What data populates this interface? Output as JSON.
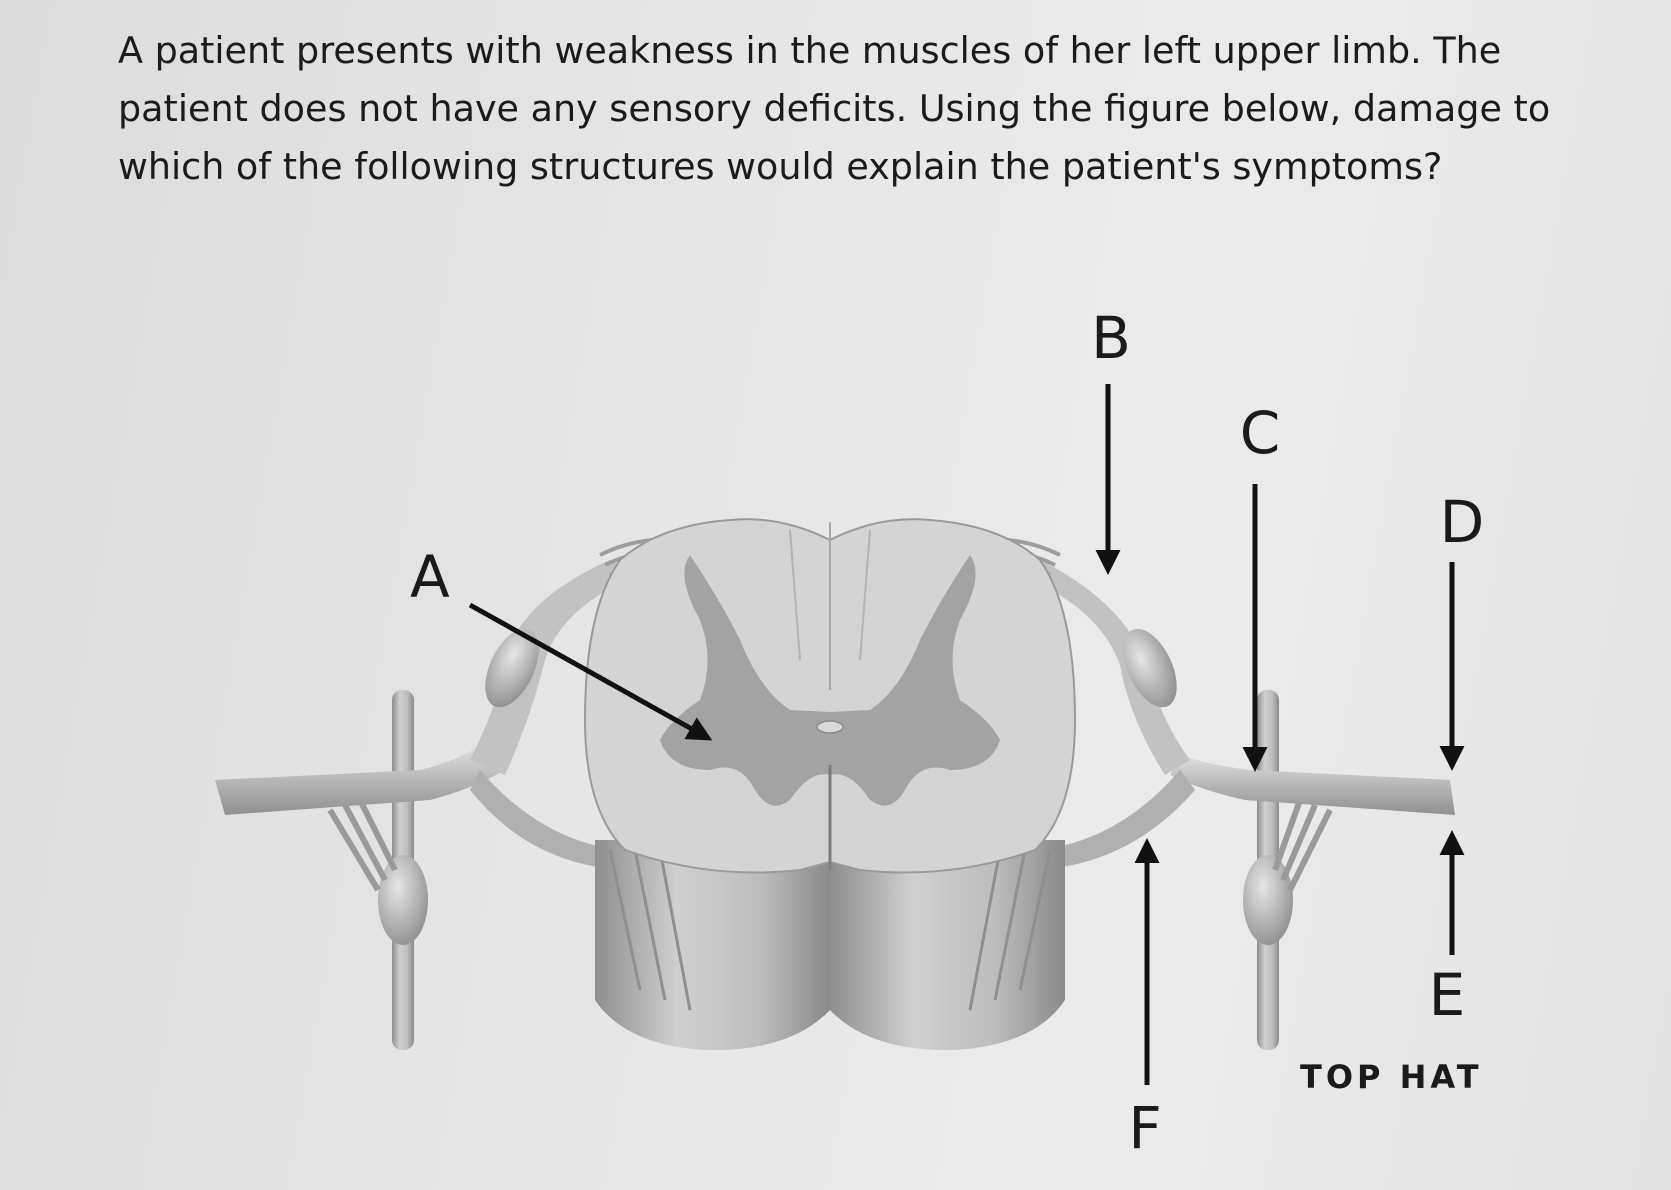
{
  "question": {
    "text": "A patient presents with weakness in the muscles of her left upper limb. The patient does not have any sensory deficits. Using the figure below, damage to which of the following structures would explain the patient's symptoms?"
  },
  "labels": {
    "a": "A",
    "b": "B",
    "c": "C",
    "d": "D",
    "e": "E",
    "f": "F"
  },
  "brand": "TOP HAT",
  "colors": {
    "white_matter": "#d4d4d4",
    "gray_matter": "#a3a3a3",
    "nerve": "#bdbdbd",
    "arrow": "#111111"
  }
}
